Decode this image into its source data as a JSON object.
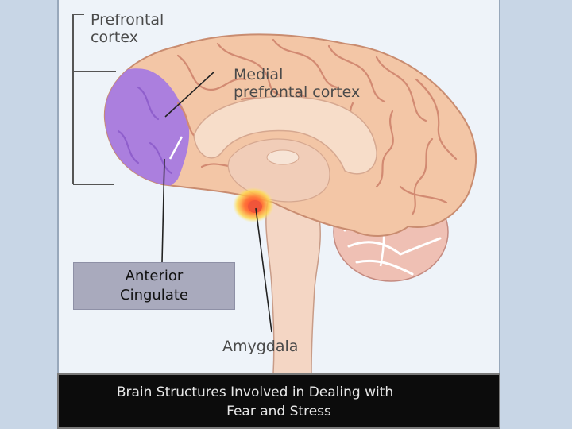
{
  "figure": {
    "labels": {
      "prefrontal_cortex": "Prefrontal\ncortex",
      "medial_prefrontal_cortex": "Medial\nprefrontal cortex",
      "amygdala": "Amygdala",
      "anterior_cingulate_line1": "Anterior",
      "anterior_cingulate_line2": "Cingulate"
    },
    "colors": {
      "cortex": "#f3c6a6",
      "gyri_lines": "#d28a72",
      "prefrontal_highlight": "#a77be0",
      "inner_brain": "#f7ddc9",
      "cerebellum": "#f0c2b4",
      "amygdala": "#f0553a"
    }
  },
  "caption": {
    "line1": "Brain Structures Involved in Dealing with",
    "line2": "Fear and Stress"
  }
}
